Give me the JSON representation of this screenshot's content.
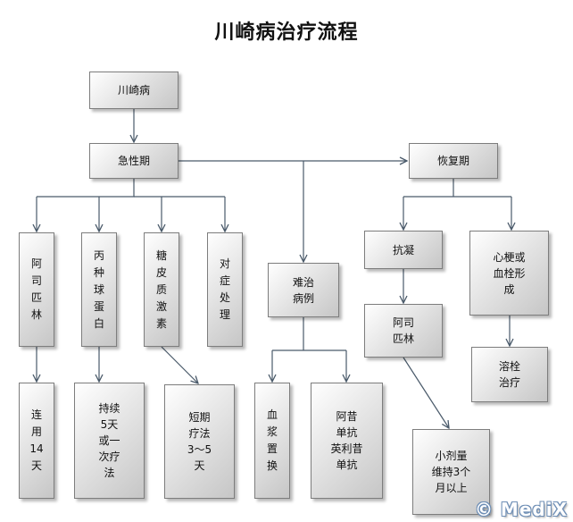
{
  "title": "川崎病治疗流程",
  "nodes": {
    "kawasaki": "川崎病",
    "acute": "急性期",
    "recovery": "恢复期",
    "aspirin": "阿\n司\n匹\n林",
    "ivig": "丙\n种\n球\n蛋\n白",
    "steroid": "糖\n皮\n质\n激\n素",
    "symptomatic": "对\n症\n处\n理",
    "refractory": "难治\n病例",
    "anticoag": "抗凝",
    "cardiac": "心梗或\n血栓形\n成",
    "aspirin_recovery": "阿司\n匹林",
    "thrombolysis": "溶栓\n治疗",
    "for14days": "连\n用\n14\n天",
    "continue5days": "持续\n5天\n或一\n次疗\n法",
    "shortcourse": "短期\n疗法\n3～5\n天",
    "plasma": "血\n浆\n置\n换",
    "biologics": "阿昔\n单抗\n英利昔\n单抗",
    "lowdose": "小剂量\n维持3个\n月以上"
  },
  "watermark": "© MediX",
  "colors": {
    "line": "#4a5a6a",
    "node_border": "#7d7d7d"
  }
}
